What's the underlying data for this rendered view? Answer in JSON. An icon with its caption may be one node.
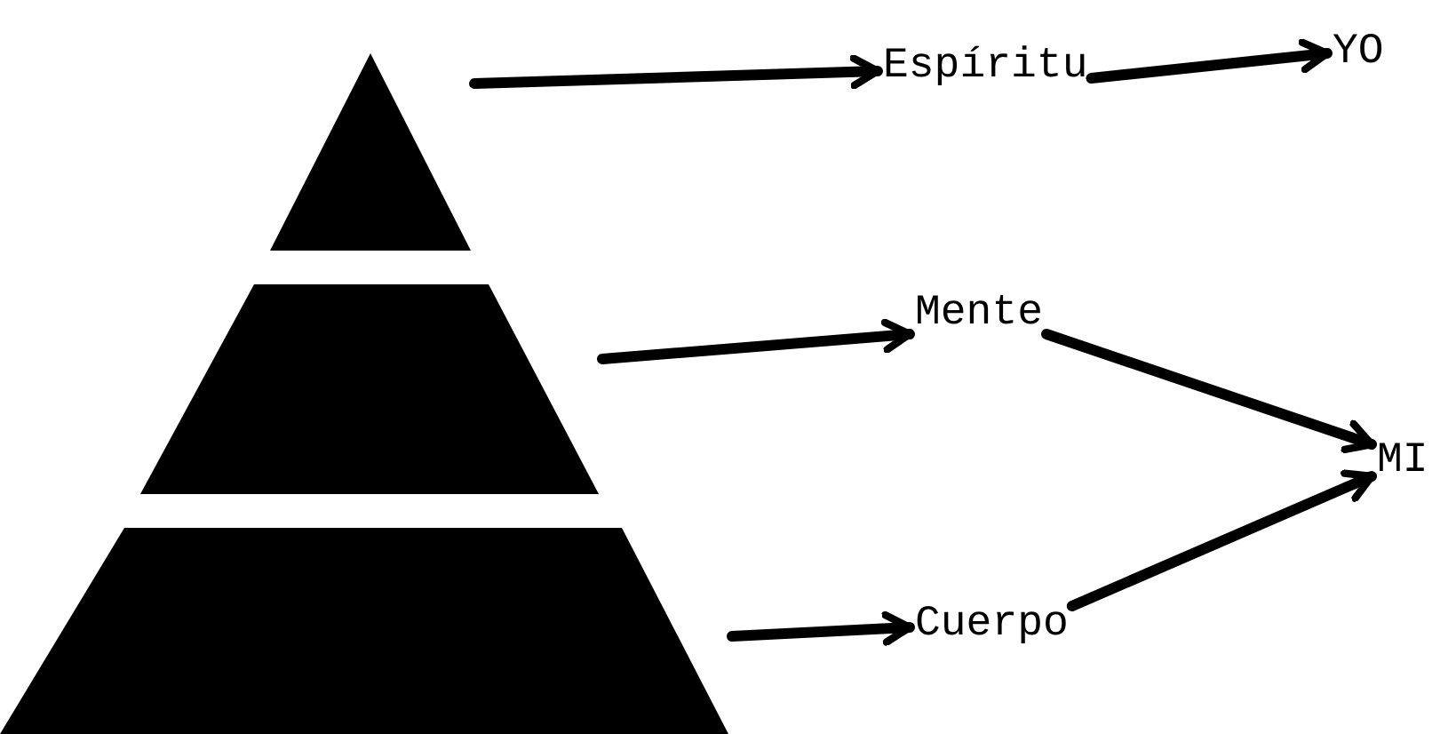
{
  "diagram": {
    "nodes": [
      {
        "text": [],
        "shape": "triangle"
      },
      {
        "text": [],
        "shape": "trapezoid"
      },
      {
        "text": [],
        "shape": "trapezoid"
      },
      {
        "text": [
          "Espíritu"
        ]
      },
      {
        "text": [
          "YO"
        ]
      },
      {
        "text": [
          "Mente"
        ]
      },
      {
        "text": [
          "MI"
        ]
      },
      {
        "text": [
          "Cuerpo"
        ]
      }
    ],
    "edges": [
      {
        "from": 0,
        "to": 3,
        "arrow": "to"
      },
      {
        "from": 3,
        "to": 4,
        "arrow": "to"
      },
      {
        "from": 1,
        "to": 5,
        "arrow": "to"
      },
      {
        "from": 5,
        "to": 6,
        "arrow": "to"
      },
      {
        "from": 2,
        "to": 7,
        "arrow": "to"
      },
      {
        "from": 7,
        "to": 6,
        "arrow": "to"
      }
    ]
  }
}
